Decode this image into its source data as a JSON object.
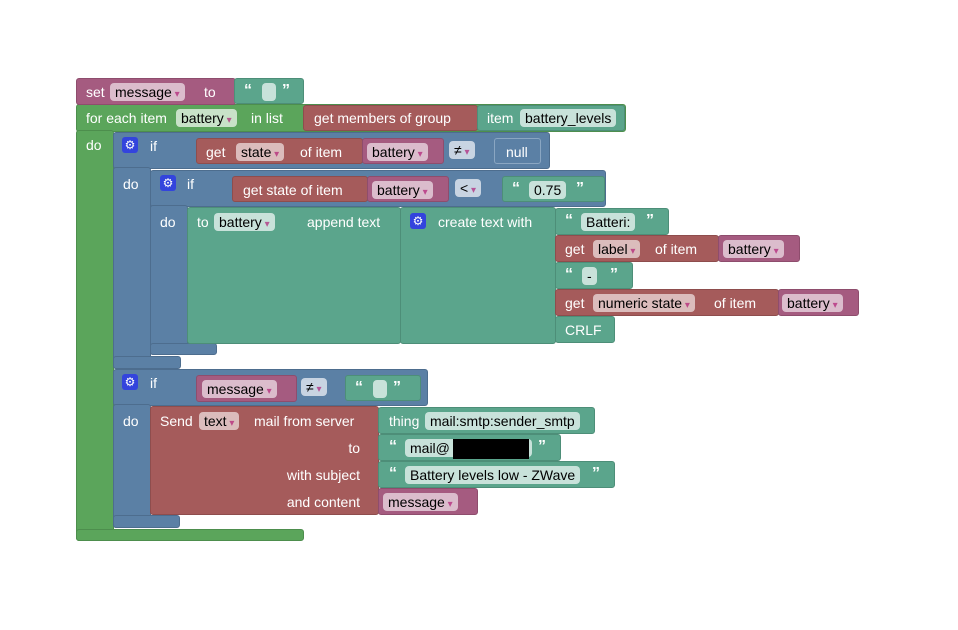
{
  "set_block": {
    "set": "set",
    "var": "message",
    "to": "to",
    "value": ""
  },
  "foreach": {
    "label": "for each item",
    "var": "battery",
    "in_list": "in list",
    "do": "do",
    "group_label": "get members of group",
    "item_label": "item",
    "item_name": "battery_levels"
  },
  "if1": {
    "if": "if",
    "do": "do",
    "get": "get",
    "prop": "state",
    "of_item": "of item",
    "var": "battery",
    "op": "≠",
    "null": "null"
  },
  "if2": {
    "if": "if",
    "do": "do",
    "get_state": "get state of item",
    "var": "battery",
    "op": "<",
    "value": "0.75"
  },
  "append": {
    "to": "to",
    "var": "battery",
    "append": "append text",
    "create": "create text with",
    "t1": "Batteri:",
    "get": "get",
    "label": "label",
    "of_item": "of item",
    "t2": "-",
    "numeric": "numeric state",
    "crlf": "CRLF"
  },
  "if3": {
    "if": "if",
    "do": "do",
    "var": "message",
    "op": "≠",
    "value": ""
  },
  "send": {
    "send": "Send",
    "type": "text",
    "from": "mail from server",
    "to": "to",
    "subject": "with subject",
    "content": "and content",
    "thing_label": "thing",
    "thing": "mail:smtp:sender_smtp",
    "to_value": "mail@",
    "subject_value": "Battery levels low - ZWave",
    "content_var": "message"
  },
  "quotes": {
    "open": "“",
    "close": "”"
  }
}
